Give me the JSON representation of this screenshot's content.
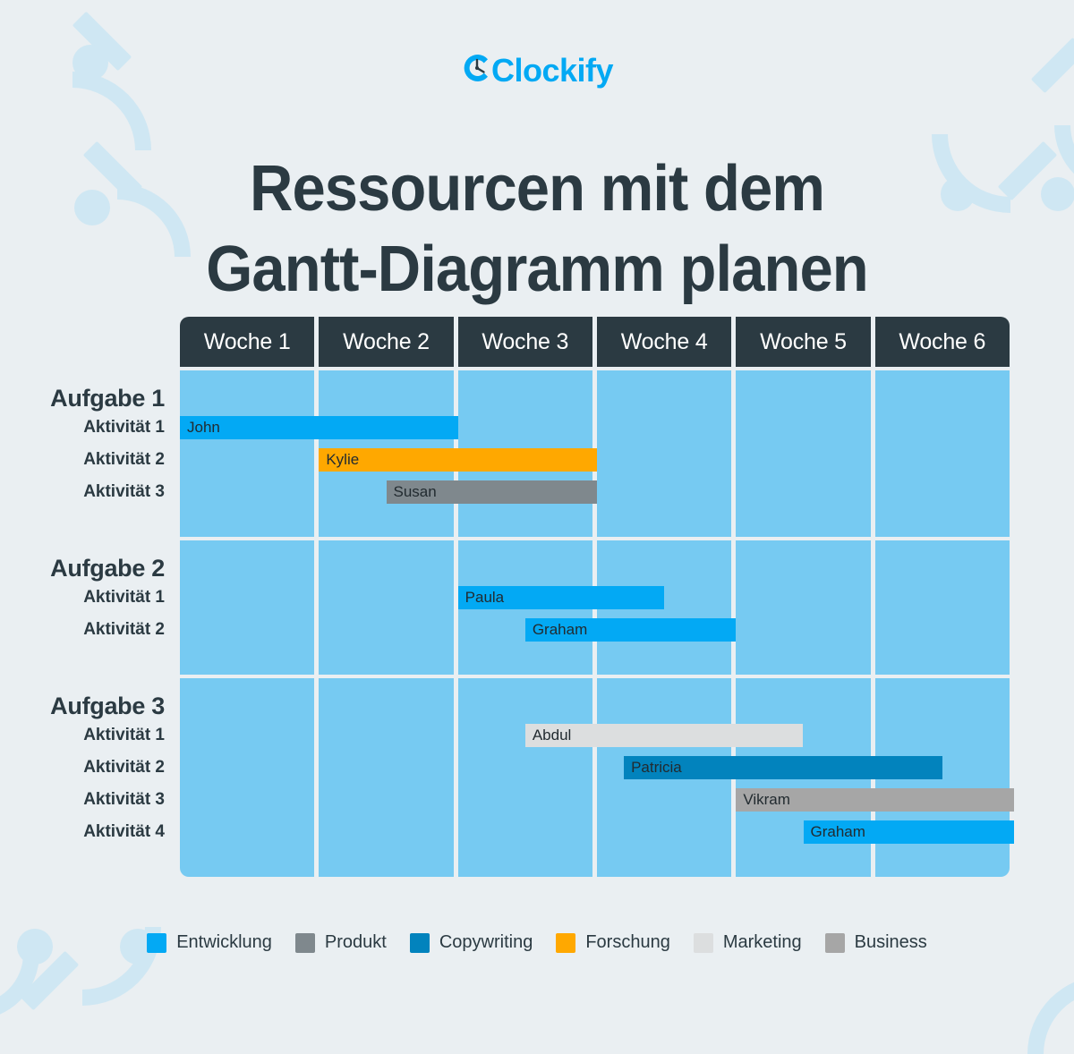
{
  "brand": {
    "name": "Clockify",
    "logo_icon": "clockify-clock-logo",
    "color": "#03a9f4"
  },
  "title": {
    "line1": "Ressourcen mit dem",
    "line2": "Gantt-Diagramm planen",
    "color": "#2b3a42"
  },
  "background": {
    "page": "#eaeff2",
    "decoration": "#cfe7f3",
    "cell": "#76caf2",
    "header": "#2b3a42"
  },
  "chart_data": {
    "type": "bar",
    "subtype": "gantt",
    "title": "Ressourcen mit dem Gantt-Diagramm planen",
    "xlabel": "",
    "ylabel": "",
    "grid": true,
    "legend_position": "bottom",
    "columns": [
      "Woche 1",
      "Woche 2",
      "Woche 3",
      "Woche 4",
      "Woche 5",
      "Woche 6"
    ],
    "x_range": [
      1,
      7
    ],
    "categories": [
      {
        "task": "Aufgabe 1",
        "rows": [
          {
            "label": "Aktivität 1",
            "resource": "John",
            "category": "Entwicklung",
            "color": "#03a9f4",
            "start_week": 1.0,
            "end_week": 3.0
          },
          {
            "label": "Aktivität 2",
            "resource": "Kylie",
            "category": "Forschung",
            "color": "#ffa800",
            "start_week": 2.0,
            "end_week": 4.0
          },
          {
            "label": "Aktivität 3",
            "resource": "Susan",
            "category": "Produkt",
            "color": "#7f888d",
            "start_week": 2.5,
            "end_week": 4.0
          }
        ]
      },
      {
        "task": "Aufgabe 2",
        "rows": [
          {
            "label": "Aktivität 1",
            "resource": "Paula",
            "category": "Entwicklung",
            "color": "#03a9f4",
            "start_week": 3.0,
            "end_week": 4.5
          },
          {
            "label": "Aktivität 2",
            "resource": "Graham",
            "category": "Entwicklung",
            "color": "#03a9f4",
            "start_week": 3.5,
            "end_week": 5.0
          }
        ]
      },
      {
        "task": "Aufgabe 3",
        "rows": [
          {
            "label": "Aktivität 1",
            "resource": "Abdul",
            "category": "Marketing",
            "color": "#dcdedf",
            "start_week": 3.5,
            "end_week": 5.5
          },
          {
            "label": "Aktivität 2",
            "resource": "Patricia",
            "category": "Copywriting",
            "color": "#0283bd",
            "start_week": 4.2,
            "end_week": 6.5
          },
          {
            "label": "Aktivität 3",
            "resource": "Vikram",
            "category": "Business",
            "color": "#a6a6a6",
            "start_week": 5.0,
            "end_week": 7.0
          },
          {
            "label": "Aktivität 4",
            "resource": "Graham",
            "category": "Entwicklung",
            "color": "#03a9f4",
            "start_week": 5.5,
            "end_week": 7.0
          }
        ]
      }
    ],
    "legend": [
      {
        "label": "Entwicklung",
        "color": "#03a9f4"
      },
      {
        "label": "Produkt",
        "color": "#7f888d"
      },
      {
        "label": "Copywriting",
        "color": "#0283bd"
      },
      {
        "label": "Forschung",
        "color": "#ffa800"
      },
      {
        "label": "Marketing",
        "color": "#dcdedf"
      },
      {
        "label": "Business",
        "color": "#a6a6a6"
      }
    ]
  }
}
